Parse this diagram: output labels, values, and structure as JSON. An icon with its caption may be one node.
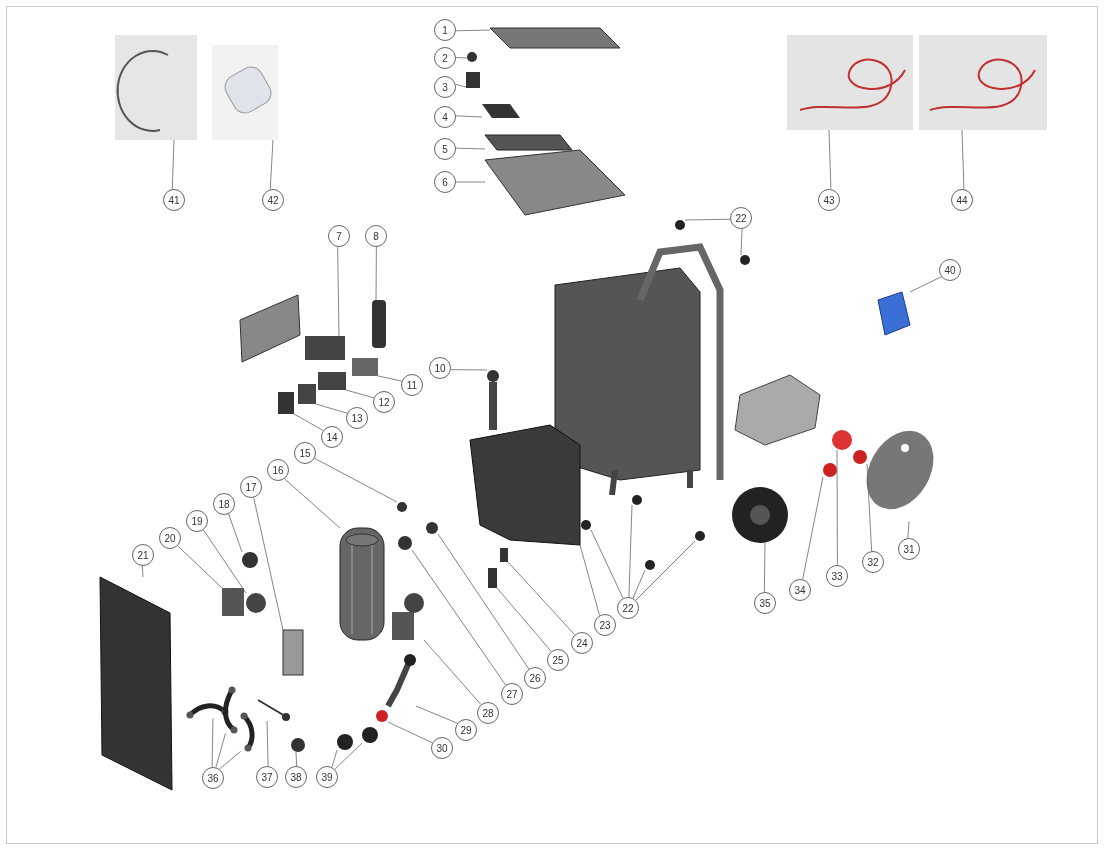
{
  "diagram": {
    "nodes": [
      {
        "text": [
          "1"
        ]
      },
      {
        "text": [
          "2"
        ]
      },
      {
        "text": [
          "3"
        ]
      },
      {
        "text": [
          "4"
        ]
      },
      {
        "text": [
          "5"
        ]
      },
      {
        "text": [
          "6"
        ]
      },
      {
        "text": [
          "41"
        ]
      },
      {
        "text": [
          "42"
        ]
      },
      {
        "text": [
          "43"
        ]
      },
      {
        "text": [
          "44"
        ]
      },
      {
        "text": [
          "22"
        ]
      },
      {
        "text": [
          "40"
        ]
      },
      {
        "text": [
          "7"
        ]
      },
      {
        "text": [
          "8"
        ]
      },
      {
        "text": [
          "10"
        ]
      },
      {
        "text": [
          "11"
        ]
      },
      {
        "text": [
          "12"
        ]
      },
      {
        "text": [
          "13"
        ]
      },
      {
        "text": [
          "14"
        ]
      },
      {
        "text": [
          "15"
        ]
      },
      {
        "text": [
          "16"
        ]
      },
      {
        "text": [
          "17"
        ]
      },
      {
        "text": [
          "18"
        ]
      },
      {
        "text": [
          "19"
        ]
      },
      {
        "text": [
          "20"
        ]
      },
      {
        "text": [
          "21"
        ]
      },
      {
        "text": [
          "23"
        ]
      },
      {
        "text": [
          "24"
        ]
      },
      {
        "text": [
          "25"
        ]
      },
      {
        "text": [
          "26"
        ]
      },
      {
        "text": [
          "27"
        ]
      },
      {
        "text": [
          "28"
        ]
      },
      {
        "text": [
          "29"
        ]
      },
      {
        "text": [
          "30"
        ]
      },
      {
        "text": [
          "22"
        ]
      },
      {
        "text": [
          "35"
        ]
      },
      {
        "text": [
          "34"
        ]
      },
      {
        "text": [
          "33"
        ]
      },
      {
        "text": [
          "32"
        ]
      },
      {
        "text": [
          "31"
        ]
      },
      {
        "text": [
          "36"
        ]
      },
      {
        "text": [
          "37"
        ]
      },
      {
        "text": [
          "38"
        ]
      },
      {
        "text": [
          "39"
        ]
      },
      {
        "text": [],
        "shape": "box"
      },
      {
        "text": [],
        "shape": "circle"
      },
      {
        "text": [],
        "shape": "box"
      },
      {
        "text": [],
        "shape": "box"
      },
      {
        "text": [],
        "shape": "box"
      },
      {
        "text": [],
        "shape": "box"
      },
      {
        "text": [],
        "shape": "picture"
      },
      {
        "text": [],
        "shape": "picture"
      },
      {
        "text": [],
        "shape": "picture"
      },
      {
        "text": [],
        "shape": "picture"
      },
      {
        "text": [],
        "shape": "circle"
      },
      {
        "text": [],
        "shape": "circle"
      },
      {
        "text": [],
        "shape": "box"
      },
      {
        "text": [],
        "shape": "box"
      },
      {
        "text": [],
        "shape": "box"
      },
      {
        "text": [],
        "shape": "circle"
      },
      {
        "text": [],
        "shape": "box"
      },
      {
        "text": [],
        "shape": "box"
      },
      {
        "text": [],
        "shape": "box"
      },
      {
        "text": [],
        "shape": "box"
      },
      {
        "text": [],
        "shape": "circle"
      },
      {
        "text": [],
        "shape": "picture"
      },
      {
        "text": [],
        "shape": "box"
      },
      {
        "text": [],
        "shape": "circle"
      },
      {
        "text": [],
        "shape": "circle"
      },
      {
        "text": [],
        "shape": "box"
      },
      {
        "text": [],
        "shape": "box"
      },
      {
        "text": [],
        "shape": "box"
      },
      {
        "text": [],
        "shape": "box"
      },
      {
        "text": [],
        "shape": "box"
      },
      {
        "text": [],
        "shape": "circle"
      },
      {
        "text": [],
        "shape": "circle"
      },
      {
        "text": [],
        "shape": "picture"
      },
      {
        "text": [],
        "shape": "picture"
      },
      {
        "text": [],
        "shape": "circle"
      },
      {
        "text": [],
        "shape": "circle"
      },
      {
        "text": [],
        "shape": "circle"
      },
      {
        "text": [],
        "shape": "circle"
      },
      {
        "text": [],
        "shape": "circle"
      },
      {
        "text": [],
        "shape": "picture"
      },
      {
        "text": [],
        "shape": "circle"
      },
      {
        "text": [],
        "shape": "circle"
      },
      {
        "text": [],
        "shape": "circle"
      },
      {
        "text": [],
        "shape": "picture"
      },
      {
        "text": [],
        "shape": "picture"
      },
      {
        "text": [],
        "shape": "picture"
      },
      {
        "text": [],
        "shape": "picture"
      },
      {
        "text": [],
        "shape": "picture"
      },
      {
        "text": [],
        "shape": "circle"
      },
      {
        "text": [],
        "shape": "circle"
      },
      {
        "text": [],
        "shape": "circle"
      }
    ],
    "edges": [
      {
        "from": 0,
        "to": 44,
        "arrow": "none"
      },
      {
        "from": 1,
        "to": 45,
        "arrow": "none"
      },
      {
        "from": 2,
        "to": 46,
        "arrow": "none"
      },
      {
        "from": 3,
        "to": 47,
        "arrow": "none"
      },
      {
        "from": 4,
        "to": 48,
        "arrow": "none"
      },
      {
        "from": 5,
        "to": 49,
        "arrow": "none"
      },
      {
        "from": 6,
        "to": 50,
        "arrow": "none"
      },
      {
        "from": 7,
        "to": 51,
        "arrow": "none"
      },
      {
        "from": 8,
        "to": 52,
        "arrow": "none"
      },
      {
        "from": 9,
        "to": 53,
        "arrow": "none"
      },
      {
        "from": 10,
        "to": 54,
        "arrow": "none"
      },
      {
        "from": 10,
        "to": 55,
        "arrow": "none"
      },
      {
        "from": 11,
        "to": 56,
        "arrow": "none"
      },
      {
        "from": 12,
        "to": 57,
        "arrow": "none"
      },
      {
        "from": 13,
        "to": 58,
        "arrow": "none"
      },
      {
        "from": 14,
        "to": 59,
        "arrow": "none"
      },
      {
        "from": 15,
        "to": 60,
        "arrow": "none"
      },
      {
        "from": 16,
        "to": 61,
        "arrow": "none"
      },
      {
        "from": 17,
        "to": 62,
        "arrow": "none"
      },
      {
        "from": 18,
        "to": 63,
        "arrow": "none"
      },
      {
        "from": 19,
        "to": 64,
        "arrow": "none"
      },
      {
        "from": 20,
        "to": 65,
        "arrow": "none"
      },
      {
        "from": 21,
        "to": 66,
        "arrow": "none"
      },
      {
        "from": 22,
        "to": 67,
        "arrow": "none"
      },
      {
        "from": 23,
        "to": 68,
        "arrow": "none"
      },
      {
        "from": 24,
        "to": 69,
        "arrow": "none"
      },
      {
        "from": 25,
        "to": 70,
        "arrow": "none"
      },
      {
        "from": 26,
        "to": 71,
        "arrow": "none"
      },
      {
        "from": 27,
        "to": 72,
        "arrow": "none"
      },
      {
        "from": 28,
        "to": 73,
        "arrow": "none"
      },
      {
        "from": 29,
        "to": 74,
        "arrow": "none"
      },
      {
        "from": 30,
        "to": 75,
        "arrow": "none"
      },
      {
        "from": 31,
        "to": 76,
        "arrow": "none"
      },
      {
        "from": 32,
        "to": 77,
        "arrow": "none"
      },
      {
        "from": 33,
        "to": 78,
        "arrow": "none"
      },
      {
        "from": 34,
        "to": 79,
        "arrow": "none"
      },
      {
        "from": 34,
        "to": 80,
        "arrow": "none"
      },
      {
        "from": 34,
        "to": 81,
        "arrow": "none"
      },
      {
        "from": 34,
        "to": 82,
        "arrow": "none"
      },
      {
        "from": 35,
        "to": 83,
        "arrow": "none"
      },
      {
        "from": 36,
        "to": 84,
        "arrow": "none"
      },
      {
        "from": 37,
        "to": 85,
        "arrow": "none"
      },
      {
        "from": 38,
        "to": 86,
        "arrow": "none"
      },
      {
        "from": 39,
        "to": 87,
        "arrow": "none"
      },
      {
        "from": 40,
        "to": 88,
        "arrow": "none"
      },
      {
        "from": 40,
        "to": 89,
        "arrow": "none"
      },
      {
        "from": 40,
        "to": 90,
        "arrow": "none"
      },
      {
        "from": 41,
        "to": 91,
        "arrow": "none"
      },
      {
        "from": 42,
        "to": 92,
        "arrow": "none"
      },
      {
        "from": 43,
        "to": 93,
        "arrow": "none"
      },
      {
        "from": 43,
        "to": 94,
        "arrow": "none"
      }
    ]
  }
}
